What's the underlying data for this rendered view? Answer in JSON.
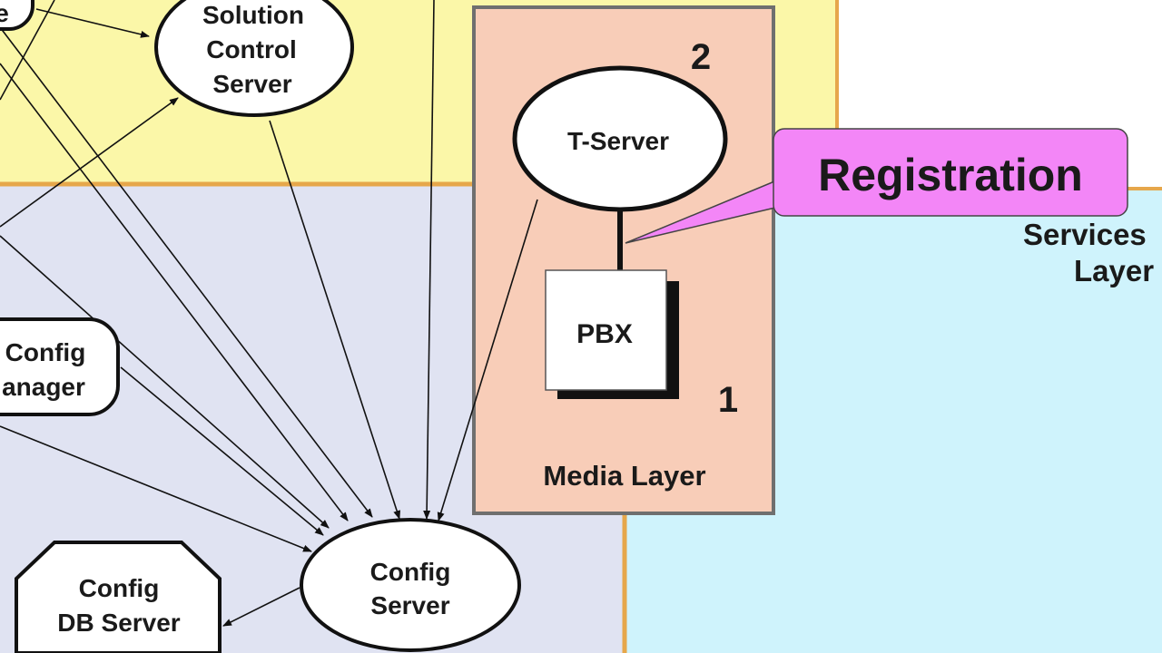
{
  "colors": {
    "management_layer_bg": "#fbf7a8",
    "config_layer_bg": "#e0e3f2",
    "services_layer_bg": "#cff3fc",
    "media_layer_bg": "#f8cdb8",
    "callout_bg": "#f386f7",
    "layer_border": "#e6a74b"
  },
  "nodes": {
    "solution_control_server": {
      "line1": "Solution",
      "line2": "Control",
      "line3": "Server"
    },
    "t_server": {
      "label": "T-Server"
    },
    "pbx": {
      "label": "PBX"
    },
    "config_manager": {
      "line1": "Config",
      "line2": "anager"
    },
    "config_server": {
      "line1": "Config",
      "line2": "Server"
    },
    "config_db_server": {
      "line1": "Config",
      "line2": "DB Server"
    },
    "partial_node_top_left": {
      "label": "e"
    }
  },
  "labels": {
    "step_2": "2",
    "step_1": "1",
    "media_layer": "Media Layer",
    "services_layer_line1": "Services",
    "services_layer_line2": "Layer"
  },
  "callout": {
    "text": "Registration"
  }
}
